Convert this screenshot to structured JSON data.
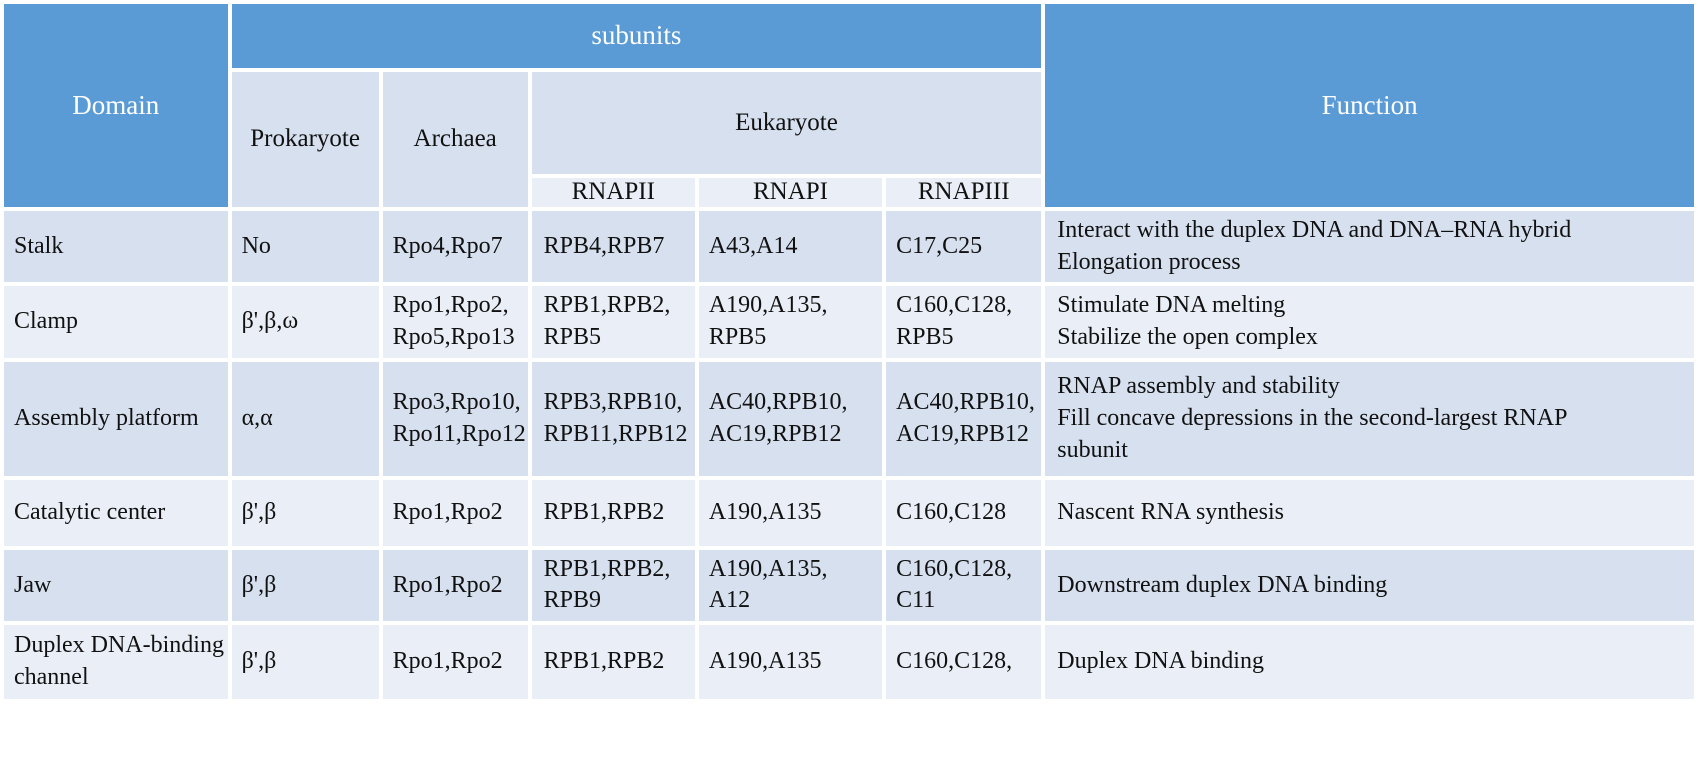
{
  "table": {
    "header": {
      "domain": "Domain",
      "subunits": "subunits",
      "function": "Function",
      "prokaryote": "Prokaryote",
      "archaea": "Archaea",
      "eukaryote": "Eukaryote",
      "rnapII": "RNAPII",
      "rnapI": "RNAPI",
      "rnapIII": "RNAPIII"
    },
    "colors": {
      "header_blue": "#5B9BD5",
      "header_text": "#FFFFFF",
      "row_dark": "#D6E0EF",
      "row_light": "#EAEFF7",
      "subheader_mid": "#D6E0EF",
      "subheader_light": "#EAEFF7",
      "body_text": "#111111",
      "page_background": "#FFFFFF"
    },
    "rows": [
      {
        "domain": "Stalk",
        "prokaryote": "No",
        "archaea": "Rpo4,Rpo7",
        "rnapII": "RPB4,RPB7",
        "rnapI": "A43,A14",
        "rnapIII": "C17,C25",
        "function": "Interact with the duplex DNA and DNA–RNA hybrid\nElongation process"
      },
      {
        "domain": "Clamp",
        "prokaryote": "β',β,ω",
        "archaea": "Rpo1,Rpo2,\nRpo5,Rpo13",
        "rnapII": "RPB1,RPB2,\nRPB5",
        "rnapI": "A190,A135,\nRPB5",
        "rnapIII": "C160,C128,\nRPB5",
        "function": "Stimulate DNA melting\nStabilize the open complex"
      },
      {
        "domain": "Assembly platform",
        "prokaryote": "α,α",
        "archaea": "Rpo3,Rpo10,\nRpo11,Rpo12",
        "rnapII": "RPB3,RPB10,\nRPB11,RPB12",
        "rnapI": "AC40,RPB10,\nAC19,RPB12",
        "rnapIII": "AC40,RPB10,\nAC19,RPB12",
        "function": "RNAP assembly and stability\nFill concave depressions in the second-largest RNAP\nsubunit"
      },
      {
        "domain": "Catalytic center",
        "prokaryote": "β',β",
        "archaea": "Rpo1,Rpo2",
        "rnapII": "RPB1,RPB2",
        "rnapI": "A190,A135",
        "rnapIII": "C160,C128",
        "function": "Nascent RNA synthesis"
      },
      {
        "domain": "Jaw",
        "prokaryote": "β',β",
        "archaea": "Rpo1,Rpo2",
        "rnapII": "RPB1,RPB2,\nRPB9",
        "rnapI": "A190,A135,\nA12",
        "rnapIII": "C160,C128,\nC11",
        "function": "Downstream duplex DNA binding"
      },
      {
        "domain": " Duplex DNA-binding\nchannel",
        "prokaryote": "β',β",
        "archaea": "Rpo1,Rpo2",
        "rnapII": "RPB1,RPB2",
        "rnapI": "A190,A135",
        "rnapIII": "C160,C128,",
        "function": "Duplex DNA binding"
      }
    ]
  }
}
